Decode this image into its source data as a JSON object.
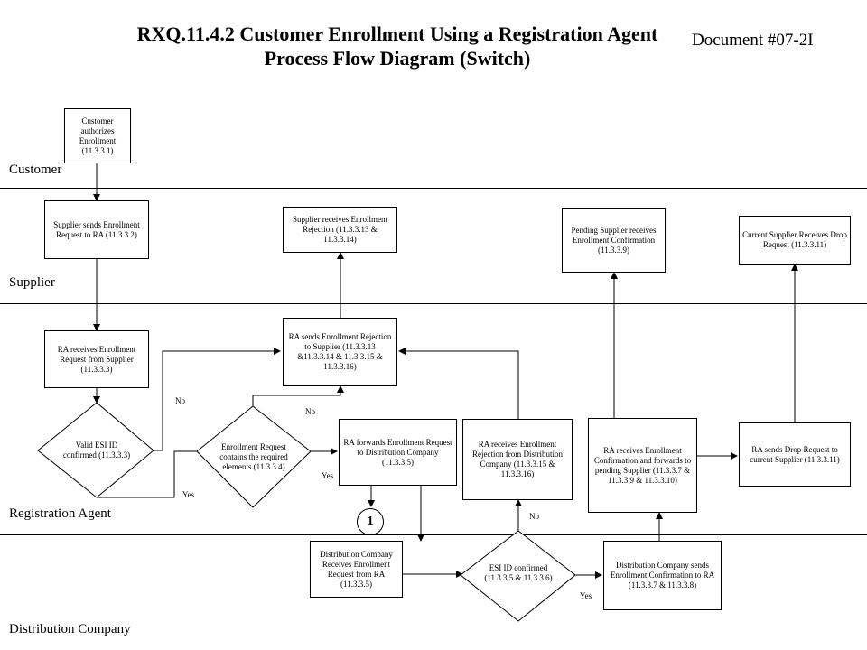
{
  "title": "RXQ.11.4.2 Customer Enrollment Using a Registration Agent Process Flow Diagram (Switch)",
  "document_number": "Document #07-2I",
  "lanes": {
    "customer": "Customer",
    "supplier": "Supplier",
    "registration_agent": "Registration Agent",
    "distribution_company": "Distribution Company"
  },
  "nodes": {
    "customer_authorizes": "Customer authorizes Enrollment (11.3.3.1)",
    "supplier_sends": "Supplier sends Enrollment Request to RA (11.3.3.2)",
    "supplier_receives_rejection": "Supplier receives Enrollment Rejection (11.3.3.13 & 11.3.3.14)",
    "pending_supplier": "Pending Supplier receives Enrollment Confirmation (11.3.3.9)",
    "current_supplier": "Current Supplier Receives Drop Request (11.3.3.11)",
    "ra_receives_request": "RA receives Enrollment Request from Supplier (11.3.3.3)",
    "ra_sends_rejection": "RA sends Enrollment Rejection to Supplier (11.3.3.13 &11.3.3.14 & 11.3.3.15 & 11.3.3.16)",
    "valid_esi": "Valid ESI ID confirmed (11.3.3.3)",
    "enrollment_contains": "Enrollment Request contains the required elements (11.3.3.4)",
    "ra_forwards": "RA forwards Enrollment Request to Distribution Company (11.3.3.5)",
    "ra_receives_rejection": "RA receives Enrollment Rejection from Distribution Company (11.3.3.15 & 11.3.3.16)",
    "ra_receives_confirmation": "RA receives Enrollment Confirmation and forwards to pending Supplier (11.3.3.7 & 11.3.3.9 & 11.3.3.10)",
    "ra_sends_drop": "RA sends Drop Request to current Supplier (11.3.3.11)",
    "dc_receives": "Distribution Company Receives Enrollment Request from RA (11.3.3.5)",
    "esi_confirmed": "ESI ID confirmed (11.3.3.5 & 11.3.3.6)",
    "dc_sends_confirmation": "Distribution Company sends Enrollment Confirmation to RA (11.3.3.7 & 11.3.3.8)",
    "connector": "1"
  },
  "edge_labels": {
    "no_valid": "No",
    "yes_valid": "Yes",
    "no_contains": "No",
    "yes_contains": "Yes",
    "no_esi": "No",
    "yes_esi": "Yes"
  }
}
